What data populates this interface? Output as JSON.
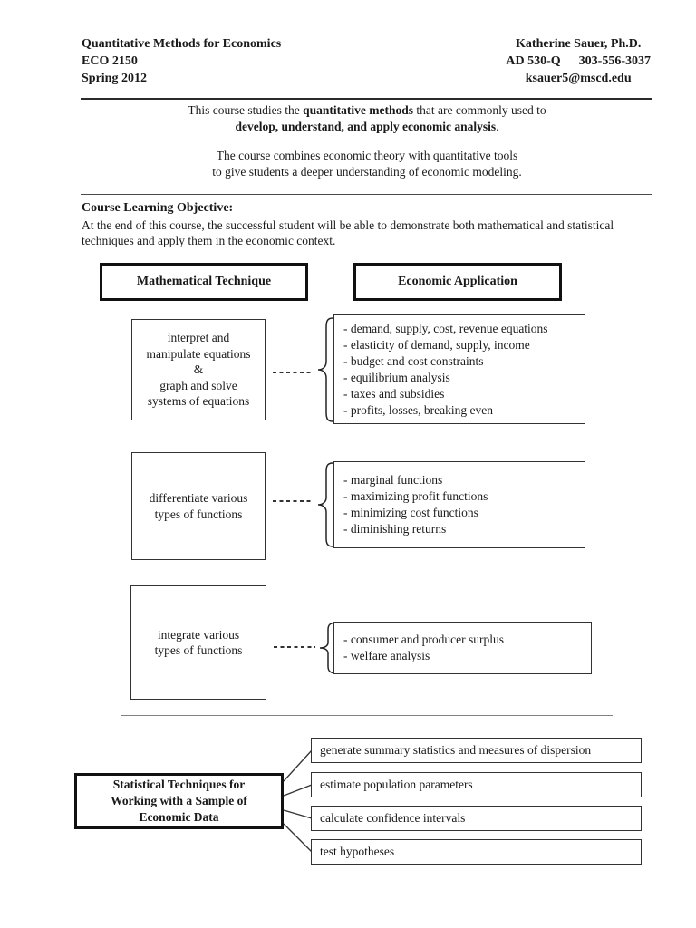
{
  "header": {
    "course_title": "Quantitative Methods for Economics",
    "course_code": "ECO 2150",
    "term": "Spring 2012",
    "instructor": "Katherine Sauer, Ph.D.",
    "office": "AD 530-Q",
    "phone": "303-556-3037",
    "email": "ksauer5@mscd.edu"
  },
  "intro": {
    "line1_pre": "This course studies the ",
    "line1_bold": "quantitative methods",
    "line1_post": " that are commonly used to",
    "line2_bold": "develop, understand, and apply economic analysis",
    "line2_post": ".",
    "line3": "The course combines economic theory with quantitative tools",
    "line4": "to give students a deeper understanding of economic modeling."
  },
  "objective": {
    "heading": "Course Learning Objective:",
    "body": "At the end of this course, the successful student will be able to demonstrate both mathematical and statistical techniques and apply them in the economic context."
  },
  "diagram": {
    "math_header": "Mathematical Technique",
    "econ_header": "Economic Application",
    "rows": [
      {
        "technique_lines": [
          "interpret and",
          "manipulate equations",
          "&",
          "graph and solve",
          "systems of equations"
        ],
        "applications": [
          "- demand, supply, cost, revenue equations",
          "- elasticity of demand, supply, income",
          "- budget and cost constraints",
          "- equilibrium analysis",
          "- taxes and subsidies",
          "- profits, losses, breaking even"
        ]
      },
      {
        "technique_lines": [
          "differentiate various",
          "types of functions"
        ],
        "applications": [
          "- marginal functions",
          "- maximizing profit functions",
          "- minimizing cost functions",
          "- diminishing returns"
        ]
      },
      {
        "technique_lines": [
          "integrate various",
          "types of functions"
        ],
        "applications": [
          "- consumer and producer surplus",
          "- welfare analysis"
        ]
      }
    ]
  },
  "statistical": {
    "box_lines": [
      "Statistical Techniques for",
      "Working with a Sample of",
      "Economic Data"
    ],
    "outcomes": [
      "generate summary statistics and measures of dispersion",
      "estimate population parameters",
      "calculate confidence intervals",
      "test hypotheses"
    ]
  },
  "colors": {
    "ink": "#1a1a1a",
    "rule_gray": "#808080"
  }
}
